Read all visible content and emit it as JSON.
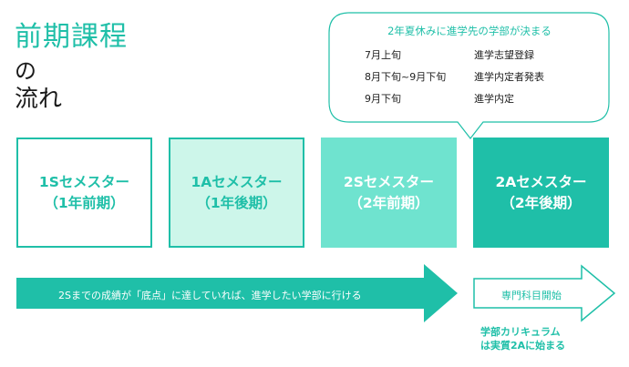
{
  "title": {
    "line1": "前期課程",
    "line2": "の",
    "line3": "流れ"
  },
  "callout": {
    "header": "2年夏休みに進学先の学部が決まる",
    "rows": [
      {
        "when": "7月上旬",
        "what": "進学志望登録"
      },
      {
        "when": "8月下旬~9月下旬",
        "what": "進学内定者発表"
      },
      {
        "when": "9月下旬",
        "what": "進学内定"
      }
    ]
  },
  "semesters": [
    {
      "name": "1Sセメスター",
      "sub": "（1年前期）"
    },
    {
      "name": "1Aセメスター",
      "sub": "（1年後期）"
    },
    {
      "name": "2Sセメスター",
      "sub": "（2年前期）"
    },
    {
      "name": "2Aセメスター",
      "sub": "（2年後期）"
    }
  ],
  "main_arrow": {
    "text": "2Sまでの成績が「底点」に達していれば、進学したい学部に行ける"
  },
  "second_arrow": {
    "text": "専門科目開始"
  },
  "note": {
    "line1": "学部カリキュラム",
    "line2": "は実質2Aに始まる"
  },
  "colors": {
    "accent": "#1fbfa8",
    "light_fill": "#cdf6ea",
    "mid_fill": "#6fe3cf",
    "dark_fill": "#1fbfa8"
  }
}
